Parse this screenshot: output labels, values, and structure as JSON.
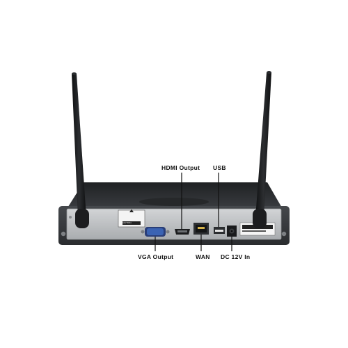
{
  "callouts": {
    "hdmi_output": "HDMI Output",
    "usb": "USB",
    "vga_output": "VGA Output",
    "wan": "WAN",
    "dc_in": "DC 12V In"
  },
  "device": {
    "warning_label": "CAUTION"
  },
  "colors": {
    "chassis_top": "#2e3033",
    "chassis_body": "#3c3f43",
    "rear_panel": "#bfc2c5",
    "antenna": "#1a1b1d",
    "vga_port": "#3b63b3",
    "callout_text": "#111111"
  }
}
